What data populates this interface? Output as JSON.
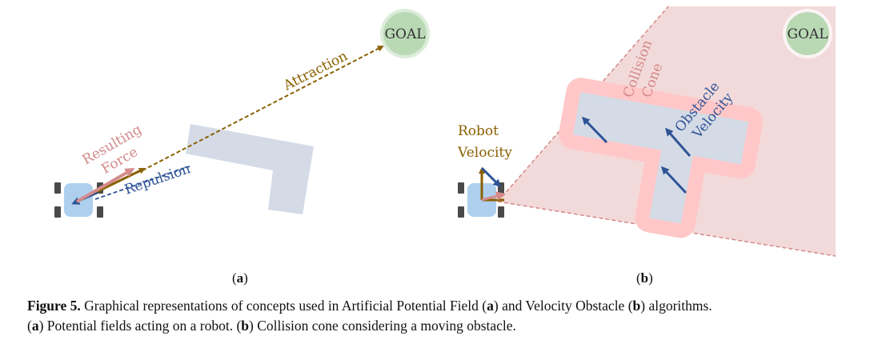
{
  "panel_a": {
    "goal": "GOAL",
    "attraction": "Attraction",
    "resulting_force_line1": "Resulting",
    "resulting_force_line2": "Force",
    "repulsion": "Repulsion",
    "label_open": "(",
    "label_letter": "a",
    "label_close": ")"
  },
  "panel_b": {
    "goal": "GOAL",
    "collision_line1": "Collision",
    "collision_line2": "Cone",
    "obstacle_line1": "Obstacle",
    "obstacle_line2": "Velocity",
    "robot_line1": "Robot",
    "robot_line2": "Velocity",
    "label_open": "(",
    "label_letter": "b",
    "label_close": ")"
  },
  "caption": {
    "figure_label": "Figure 5.",
    "t1": " Graphical representations of concepts used in Artificial Potential Field (",
    "a1": "a",
    "t2": ") and Velocity Obstacle (",
    "b1": "b",
    "t3": ") algorithms.",
    "t4": "(",
    "a2": "a",
    "t5": ") Potential fields acting on a robot. (",
    "b2": "b",
    "t6": ") Collision cone considering a moving obstacle."
  },
  "colors": {
    "goal_fill": "#b9d9b5",
    "goal_ring": "#c5e0c1",
    "obstacle": "#d4dbe6",
    "attraction": "#8a6000",
    "repulsion": "#2f5497",
    "resulting": "#d48a8a",
    "cone_fill": "#f3dada",
    "inflation": "#ffc7c7",
    "robot_body": "#aed0ee",
    "wheel": "#4a4a4a"
  }
}
